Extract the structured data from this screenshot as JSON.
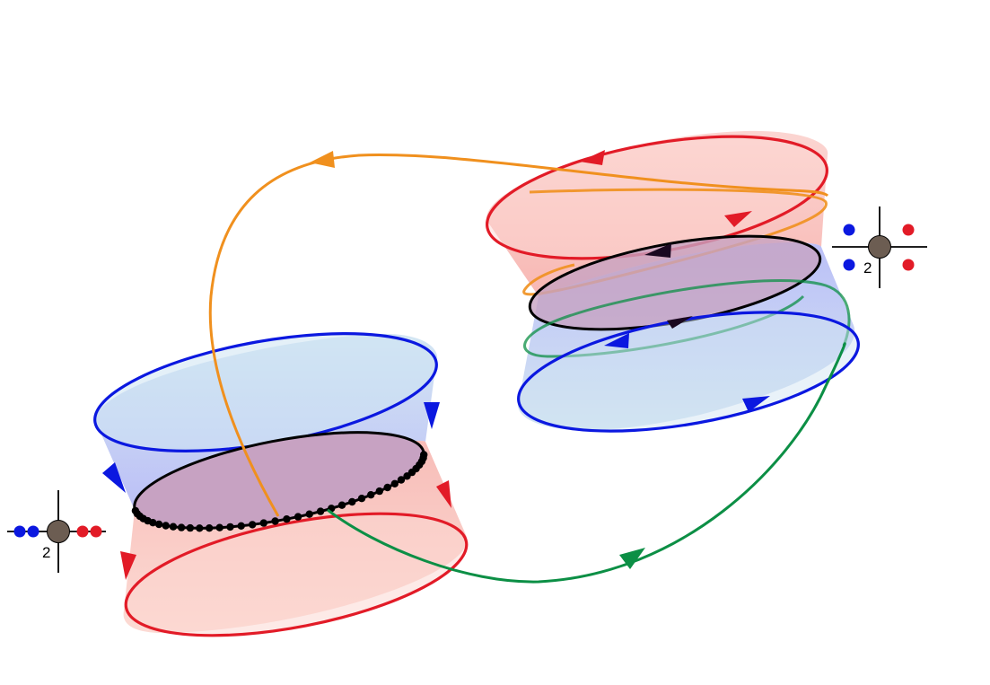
{
  "colors": {
    "blue": "#0b18e0",
    "red": "#e21b27",
    "black": "#000000",
    "orange": "#f0901e",
    "green": "#0c8f45",
    "node": "#6c5d52",
    "blue_fill": "#8fa8f0",
    "red_fill": "#f6a7a2",
    "disk_fill": "#b9a0c8"
  },
  "left_node": {
    "label": "2",
    "left_dots": [
      "blue",
      "blue"
    ],
    "right_dots": [
      "red",
      "red"
    ]
  },
  "right_node": {
    "label": "2",
    "left_dots": [
      "blue",
      "blue"
    ],
    "right_dots": [
      "red",
      "red"
    ]
  }
}
